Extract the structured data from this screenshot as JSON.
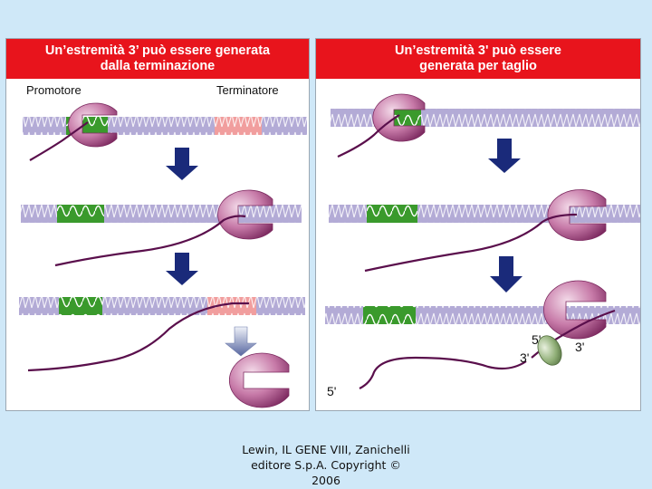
{
  "left_panel": {
    "title_line1": "Un’estremità 3’ può essere generata",
    "title_line2": "dalla terminazione",
    "label_promoter": "Promotore",
    "label_terminator": "Terminatore"
  },
  "right_panel": {
    "title_line1": "Un’estremità 3' può essere",
    "title_line2": "generata per taglio",
    "end_5_top": "5'",
    "end_3_top": "3'",
    "end_3_cleaved": "3'",
    "end_5_bottom": "5'"
  },
  "caption": {
    "line1": "Lewin, IL GENE VIII, Zanichelli",
    "line2": "editore S.p.A. Copyright ©",
    "line3": "2006"
  },
  "colors": {
    "background": "#cfe8f8",
    "header_red": "#e8141c",
    "dna_band": "#b3abd6",
    "promoter_green": "#3a9a2c",
    "terminator_pink": "#f19e9e",
    "polymerase_magenta": "#a3457f",
    "rna_strand": "#5a0f4c",
    "arrow_navy": "#1a2a7a",
    "cleavage_enzyme_green": "#6f8c57"
  }
}
